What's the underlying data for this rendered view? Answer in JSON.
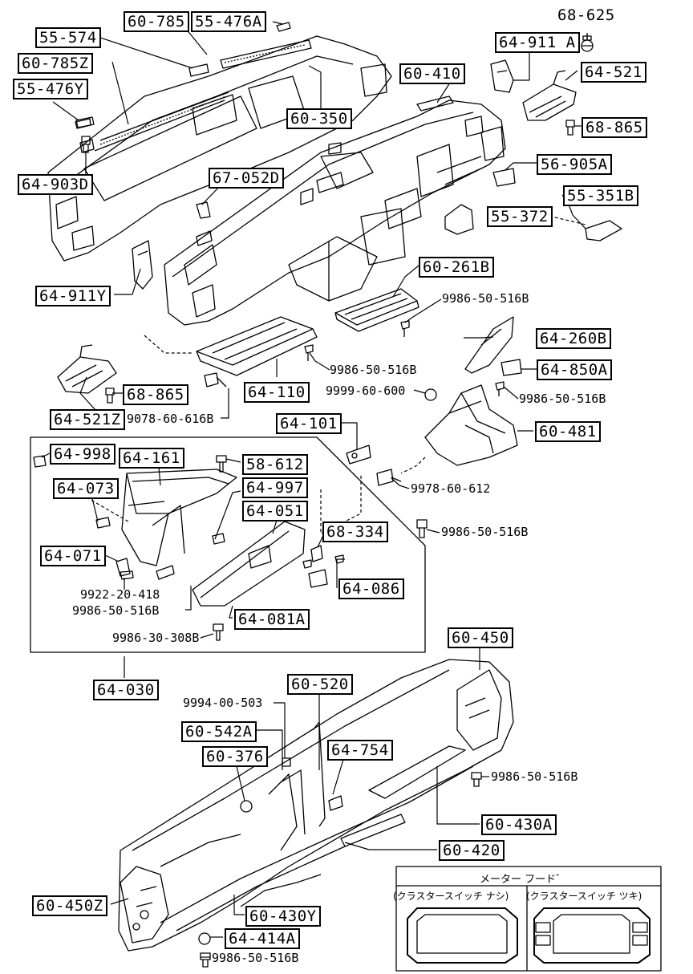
{
  "parts": {
    "p60785": "60-785",
    "p55476A": "55-476A",
    "p68625": "68-625",
    "p55574": "55-574",
    "p64911A": "64-911 A",
    "p60785Z": "60-785Z",
    "p60410": "60-410",
    "p64521": "64-521",
    "p55476Y": "55-476Y",
    "p60350": "60-350",
    "p68865a": "68-865",
    "p56905A": "56-905A",
    "p64903D": "64-903D",
    "p67052D": "67-052D",
    "p55351B": "55-351B",
    "p55372": "55-372",
    "p60261B": "60-261B",
    "p64911Y": "64-911Y",
    "b998650516Ba": "9986-50-516B",
    "p64260B": "64-260B",
    "p64850A": "64-850A",
    "b998650516Bb": "9986-50-516B",
    "p68865b": "68-865",
    "p64110": "64-110",
    "b999960600": "9999-60-600",
    "b998650516Bc": "9986-50-516B",
    "p64521Z": "64-521Z",
    "b907860616B": "9078-60-616B",
    "p64101": "64-101",
    "p60481": "60-481",
    "p64998": "64-998",
    "p64161": "64-161",
    "p58612": "58-612",
    "p64073": "64-073",
    "p64997": "64-997",
    "b997860612": "9978-60-612",
    "p64051": "64-051",
    "p68334": "68-334",
    "b998650516Bd": "9986-50-516B",
    "p64071": "64-071",
    "p64086": "64-086",
    "b992220418": "9922-20-418",
    "b998650516Be": "9986-50-516B",
    "p64081A": "64-081A",
    "b998630308B": "9986-30-308B",
    "p60450": "60-450",
    "p64030": "64-030",
    "p60520": "60-520",
    "b999400503": "9994-00-503",
    "p60542A": "60-542A",
    "p64754": "64-754",
    "p60376": "60-376",
    "b998650516Bf": "9986-50-516B",
    "p60430A": "60-430A",
    "p60420": "60-420",
    "p60450Z": "60-450Z",
    "p60430Y": "60-430Y",
    "p64414A": "64-414A",
    "b998650516Bg": "9986-50-516B"
  },
  "inset": {
    "title": "メーター フード゛",
    "left_label": "(クラスタースイッチ ナシ)",
    "right_label": "(クラスタースイッチ ツキ)"
  }
}
